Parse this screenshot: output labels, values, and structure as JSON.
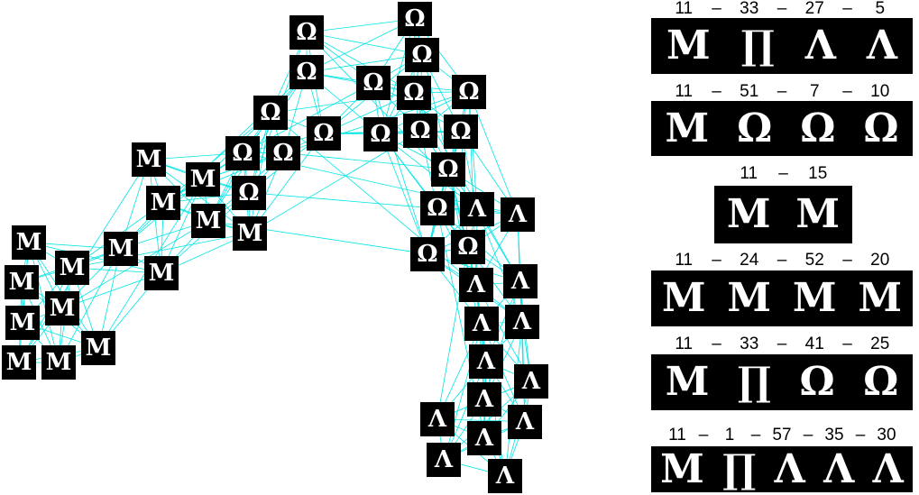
{
  "colors": {
    "edge": "#00e5e5",
    "tile": "#000000",
    "glyph": "#ffffff"
  },
  "glyphs": {
    "m": "M",
    "arch": "∏",
    "omega": "Ω",
    "lambda": "Λ"
  },
  "graph": {
    "nodes": [
      "m",
      "m",
      "m",
      "m",
      "m",
      "m",
      "m",
      "m",
      "m",
      "m",
      "m",
      "m",
      "m",
      "m",
      "m",
      "omega",
      "omega",
      "omega",
      "omega",
      "omega",
      "omega",
      "omega",
      "omega",
      "omega",
      "omega",
      "omega",
      "omega",
      "omega",
      "omega",
      "omega",
      "omega",
      "omega",
      "omega",
      "omega",
      "lambda",
      "lambda",
      "lambda",
      "lambda",
      "lambda",
      "lambda",
      "lambda",
      "lambda",
      "lambda",
      "lambda",
      "lambda",
      "lambda",
      "lambda",
      "lambda"
    ]
  },
  "paths": [
    {
      "ids": [
        "11",
        "33",
        "27",
        "5"
      ],
      "shapes": [
        "m",
        "arch",
        "lambda",
        "lambda"
      ]
    },
    {
      "ids": [
        "11",
        "51",
        "7",
        "10"
      ],
      "shapes": [
        "m",
        "omega",
        "omega",
        "omega"
      ]
    },
    {
      "ids": [
        "11",
        "15"
      ],
      "shapes": [
        "m",
        "m"
      ]
    },
    {
      "ids": [
        "11",
        "24",
        "52",
        "20"
      ],
      "shapes": [
        "m",
        "m",
        "m",
        "m"
      ]
    },
    {
      "ids": [
        "11",
        "33",
        "41",
        "25"
      ],
      "shapes": [
        "m",
        "arch",
        "omega",
        "omega"
      ]
    },
    {
      "ids": [
        "11",
        "1",
        "57",
        "35",
        "30"
      ],
      "shapes": [
        "m",
        "arch",
        "lambda",
        "lambda",
        "lambda"
      ]
    }
  ]
}
